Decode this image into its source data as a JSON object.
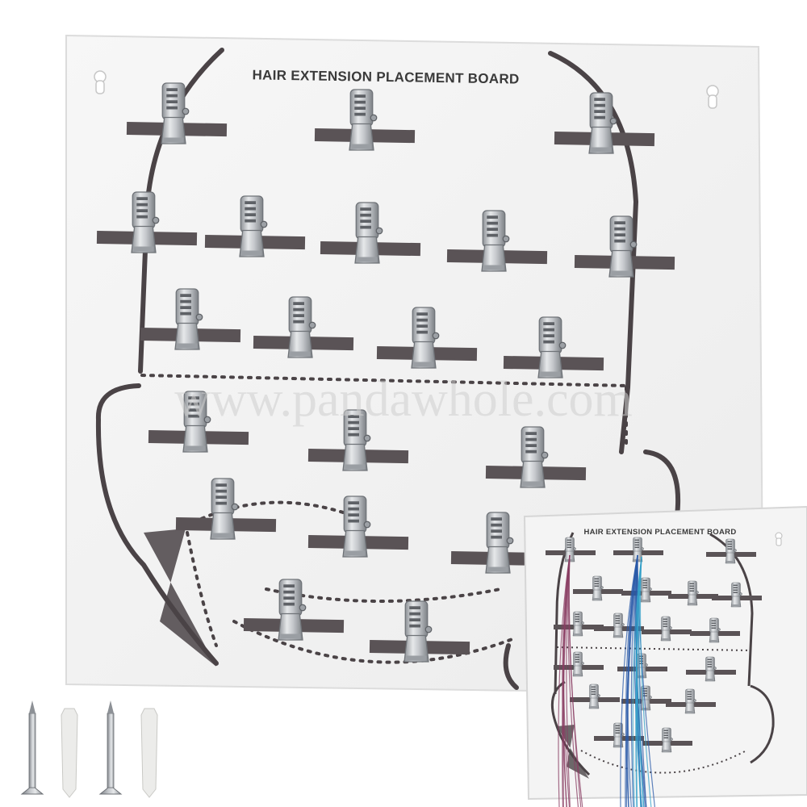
{
  "board": {
    "title": "HAIR EXTENSION PLACEMENT BOARD",
    "color": "#f4f4f4",
    "line_color": "#4a4346",
    "clip_rows": [
      3,
      5,
      4,
      3,
      3,
      2
    ]
  },
  "inset_board": {
    "title": "HAIR EXTENSION PLACEMENT BOARD",
    "strand_colors": [
      "#8a3e63",
      "#2a5aa8",
      "#34a0c8"
    ]
  },
  "watermark": {
    "text": "www.pandawhole.com"
  },
  "hardware": {
    "items": [
      "screw",
      "wall-anchor",
      "screw",
      "wall-anchor"
    ],
    "metal_color": "#b9bcc0",
    "plastic_color": "#ececea"
  }
}
